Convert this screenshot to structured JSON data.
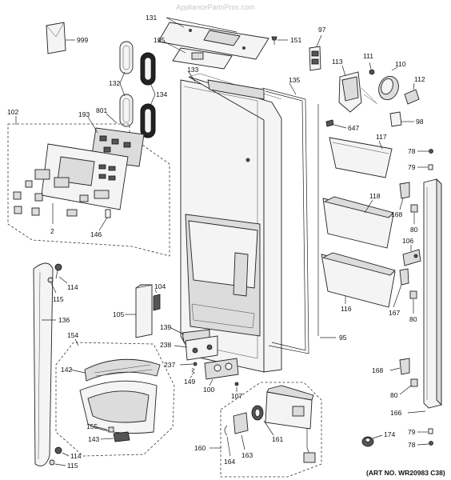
{
  "watermark": "AppliancePartsPros.com",
  "art_number": "(ART NO. WR20983 C38)",
  "part_labels": {
    "p999": "999",
    "p131": "131",
    "p151": "151",
    "p97": "97",
    "p195": "195",
    "p111": "111",
    "p110": "110",
    "p113": "113",
    "p112": "112",
    "p132": "132",
    "p133": "133",
    "p135": "135",
    "p134": "134",
    "p801": "801",
    "p102": "102",
    "p193": "193",
    "p98": "98",
    "p647": "647",
    "p117": "117",
    "p78a": "78",
    "p79a": "79",
    "p118": "118",
    "p168a": "168",
    "p80a": "80",
    "p2": "2",
    "p146": "146",
    "p106": "106",
    "p114a": "114",
    "p115a": "115",
    "p104": "104",
    "p116": "116",
    "p167": "167",
    "p80b": "80",
    "p105": "105",
    "p136": "136",
    "p139": "139",
    "p95": "95",
    "p154": "154",
    "p238": "238",
    "p237": "237",
    "p142": "142",
    "p149": "149",
    "p100": "100",
    "p107": "107",
    "p168b": "168",
    "p80c": "80",
    "p166": "166",
    "p155": "155",
    "p143": "143",
    "p160": "160",
    "p161": "161",
    "p174": "174",
    "p79b": "79",
    "p78b": "78",
    "p114b": "114",
    "p115b": "115",
    "p164": "164",
    "p163": "163"
  }
}
